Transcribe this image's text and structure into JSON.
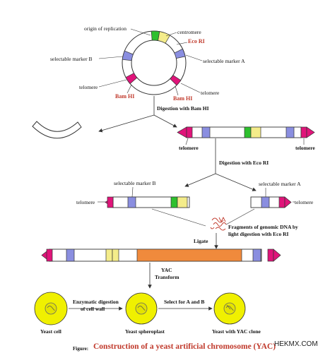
{
  "labels": {
    "origin_of_replication": "origin of replication",
    "centromere": "centromere",
    "eco_ri_circle": "Eco RI",
    "selectable_marker_b": "selectable marker B",
    "selectable_marker_a": "selectable marker A",
    "telomere_left": "telomere",
    "telomere_right": "telomere",
    "bam_hi_left": "Bam HI",
    "bam_hi_right": "Bam HI",
    "digestion_bam": "Digestion with Bam HI",
    "telomere_linear_left": "telomere",
    "telomere_linear_right": "telomere",
    "digestion_eco": "Digestion with Eco RI",
    "frag_marker_b": "selectable marker B",
    "frag_marker_a": "selectable marker A",
    "frag_telomere_left": "telomere",
    "frag_telomere_right": "telomere",
    "fragments_genomic": "Fragments of genomic DNA by",
    "fragments_genomic_2": "light digestion with Eco RI",
    "ligate": "Ligate",
    "yac": "YAC",
    "transform": "Transform",
    "enzymatic_1": "Enzymatic digestion",
    "enzymatic_2": "of cell wall",
    "select_ab": "Select for A and B",
    "yeast_cell": "Yeast cell",
    "yeast_spheroplast": "Yeast spheroplast",
    "yeast_yac": "Yeast with YAC clone",
    "figure_prefix": "Figure:",
    "caption": "Construction of a yeast artificial chromosome (YAC)",
    "watermark": "HEKMX.COM"
  },
  "colors": {
    "telomere": "#e0147a",
    "marker": "#8a8ee0",
    "centromere": "#2ec02e",
    "origin": "#f4ec8a",
    "insert": "#f08a3c",
    "cell": "#f0f000",
    "nucleus": "#c8c800",
    "caption_red": "#c0392b"
  }
}
